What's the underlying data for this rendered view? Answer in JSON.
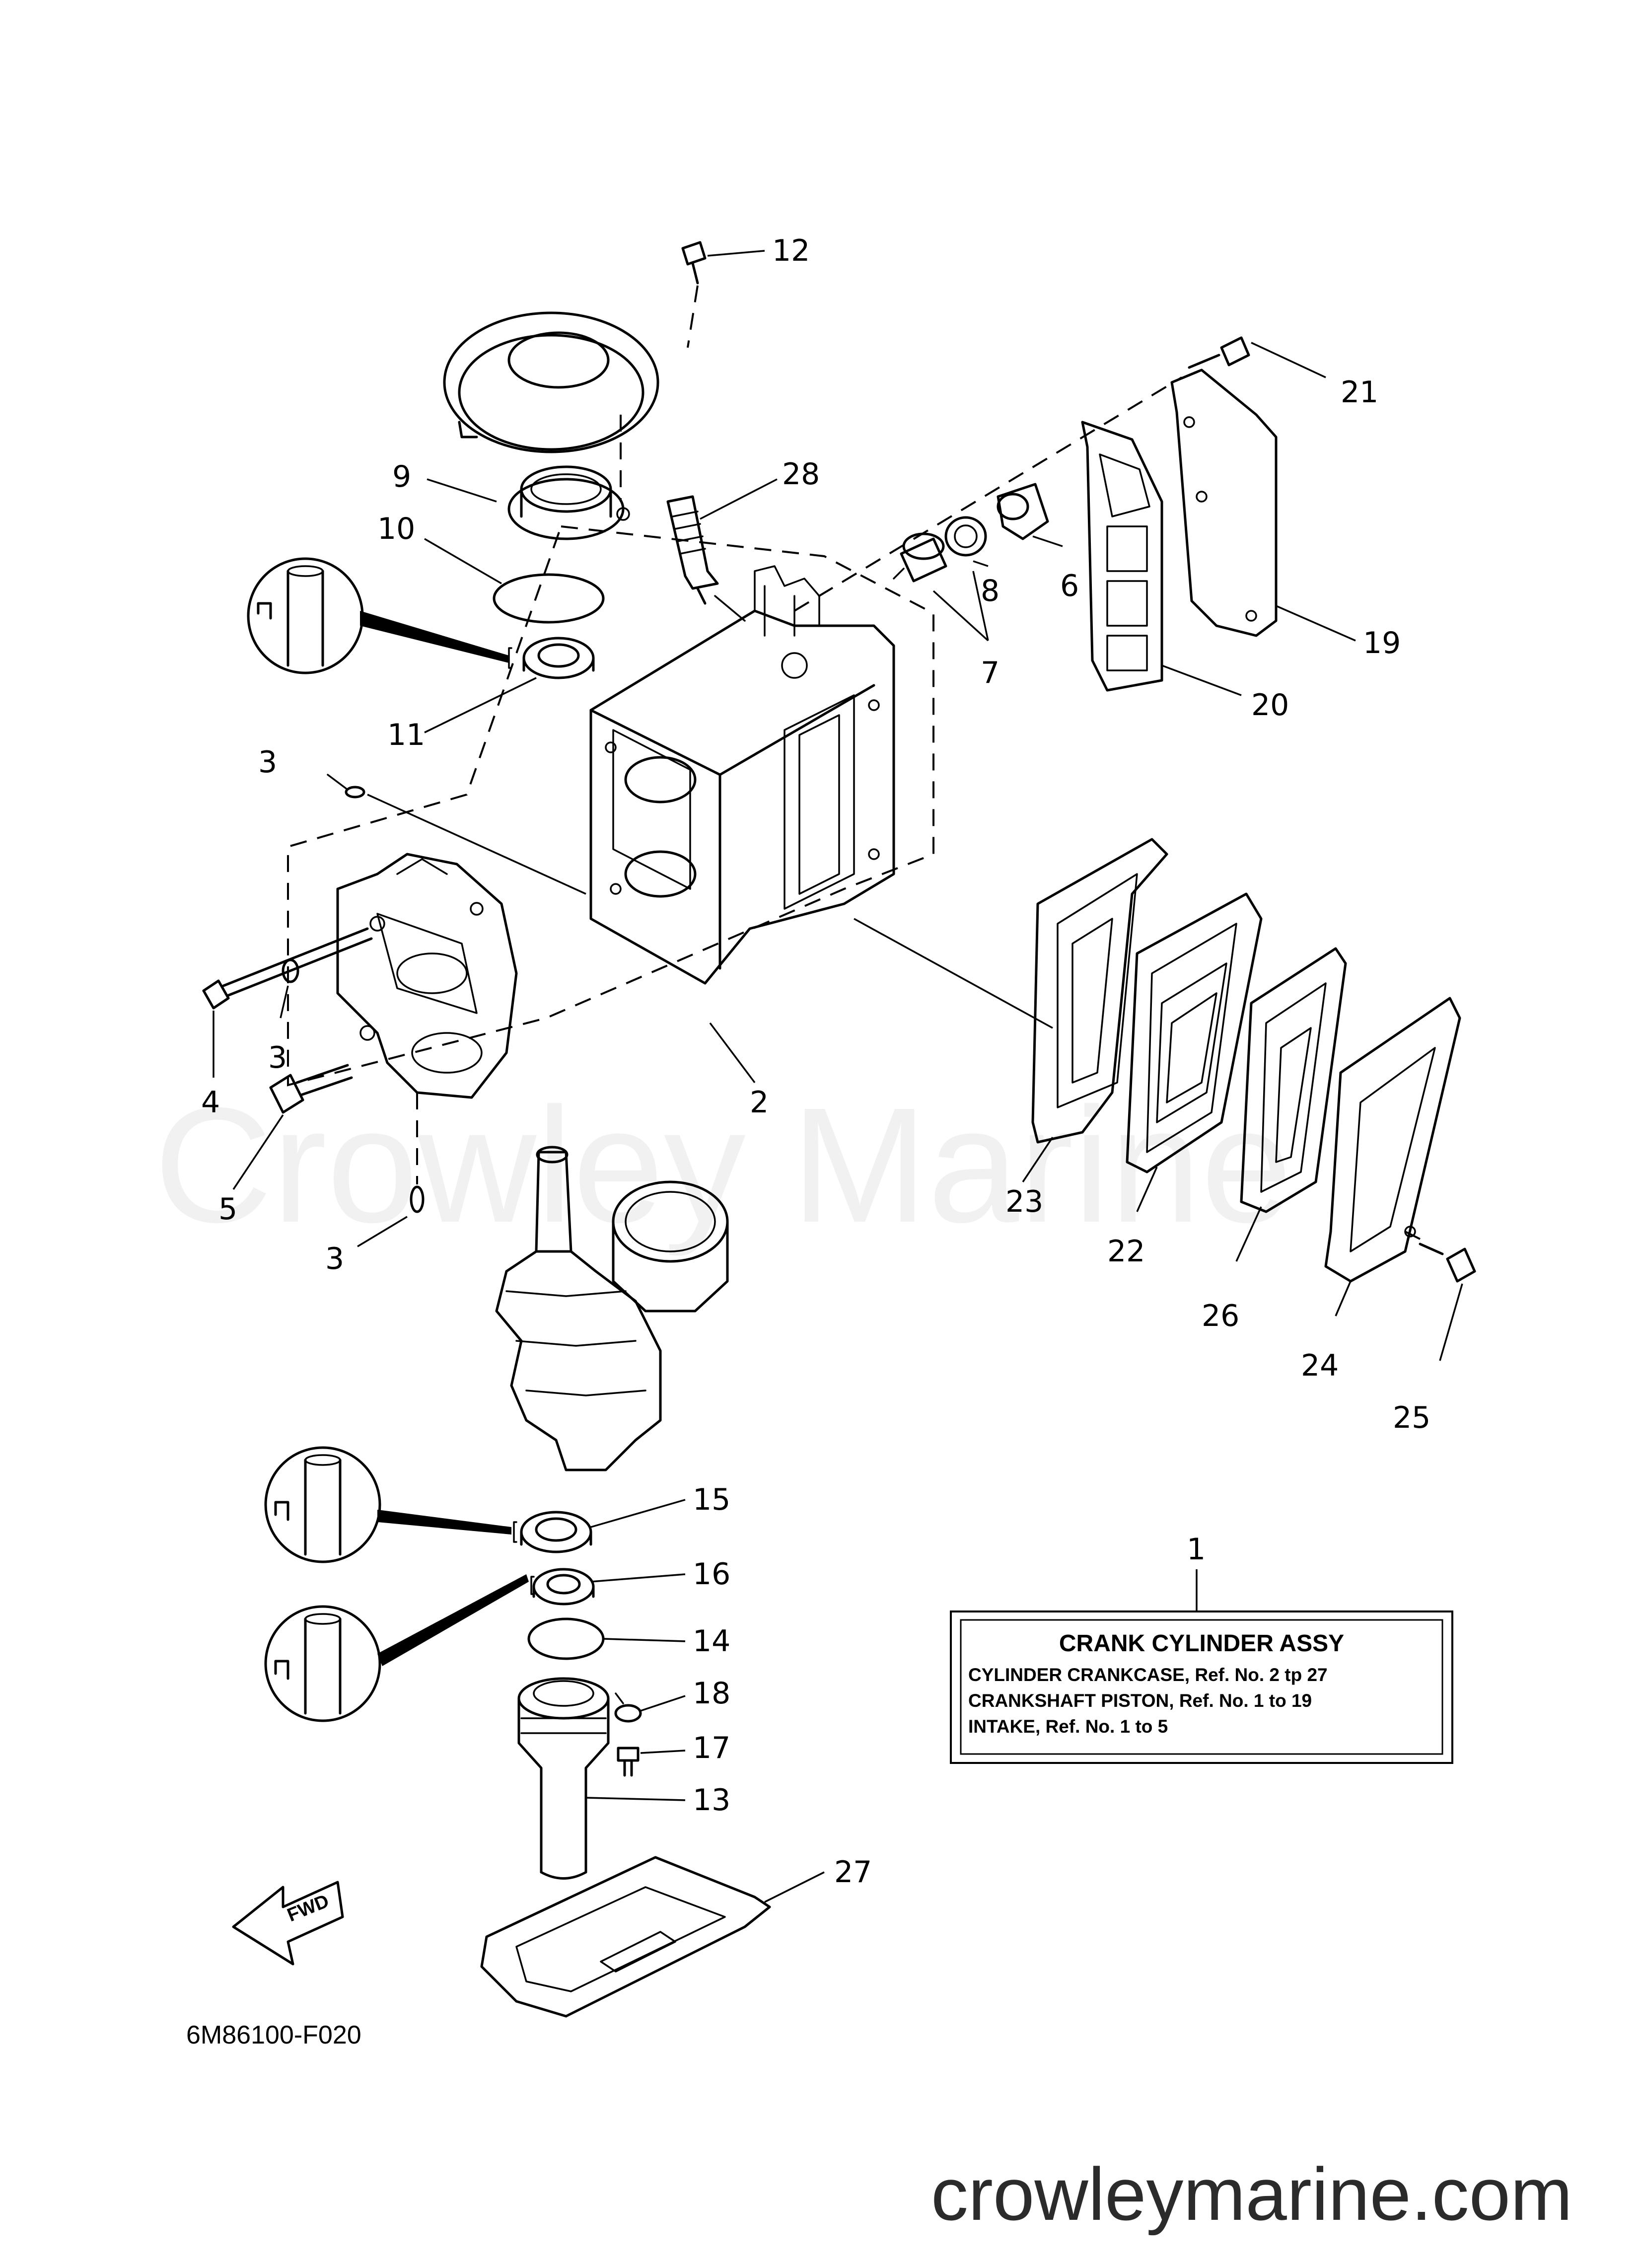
{
  "diagram": {
    "part_numbers": [
      "1",
      "2",
      "3",
      "3",
      "3",
      "4",
      "5",
      "6",
      "7",
      "8",
      "9",
      "10",
      "11",
      "12",
      "13",
      "14",
      "15",
      "16",
      "17",
      "18",
      "19",
      "20",
      "21",
      "22",
      "23",
      "24",
      "25",
      "26",
      "27",
      "28"
    ],
    "assembly_box": {
      "title": "CRANK CYLINDER ASSY",
      "lines": [
        "CYLINDER CRANKCASE,  Ref. No. 2 tp 27",
        "CRANKSHAFT PISTON,  Ref. No. 1 to 19",
        "INTAKE,  Ref. No. 1 to 5"
      ]
    },
    "fwd_arrow_label": "FWD",
    "diagram_code": "6M86100-F020",
    "watermark": "Crowley Marine",
    "footer_url": "crowleymarine.com"
  }
}
